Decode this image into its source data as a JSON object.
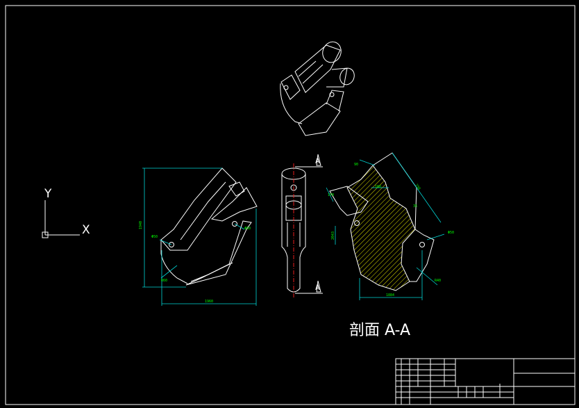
{
  "section_label": "剖面 A-A",
  "cut_markers": [
    "A",
    "A"
  ],
  "axes": {
    "x": "X",
    "y": "Y"
  },
  "dimensions": {
    "left_view_height": "1940",
    "left_view_width": "1960",
    "left_view_hole1": "Φ50",
    "left_view_hole2": "Φ50",
    "left_view_radius": "R60",
    "section_width": "1884",
    "section_height": "2043",
    "section_top1": "90",
    "section_top2": "160",
    "section_diag": "750",
    "section_hole": "Φ50",
    "section_radius": "R40",
    "section_small1": "170",
    "section_small2": "35"
  },
  "colors": {
    "background": "#000000",
    "lines": "#ffffff",
    "dimensions": "#00d6d6",
    "dim_text": "#00ff00",
    "hatch": "#ffff00",
    "centerline": "#ff2020"
  }
}
